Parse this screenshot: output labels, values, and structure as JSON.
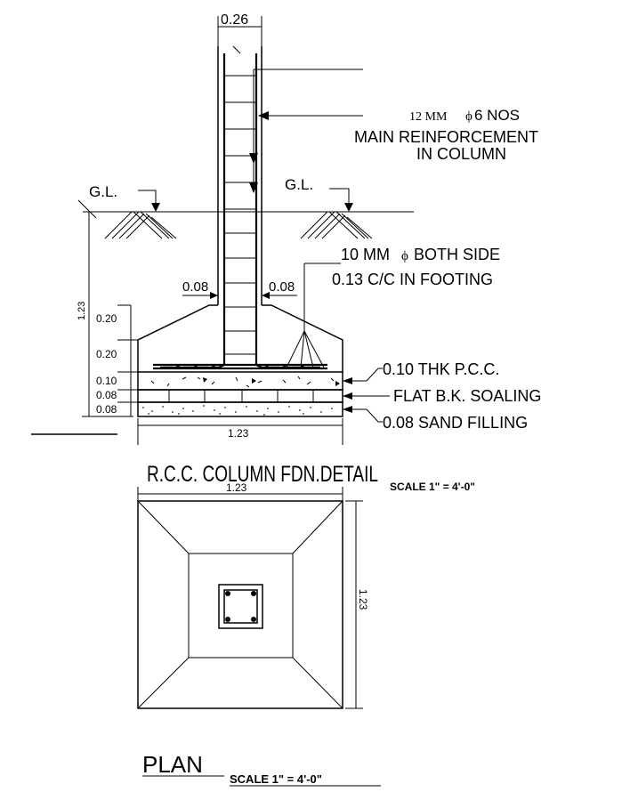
{
  "section": {
    "column_width": "0.26",
    "main_bar_size": "12 MM",
    "main_bar_symbol": "ϕ",
    "main_bar_count": "6 NOS",
    "main_reinf_line1": "MAIN REINFORCEMENT",
    "main_reinf_line2": "IN COLUMN",
    "gl_left": "G.L.",
    "gl_right": "G.L.",
    "footing_bar_prefix": "10 MM",
    "footing_bar_symbol": "ϕ",
    "footing_bar_suffix": "BOTH SIDE",
    "footing_spacing": "0.13 C/C IN FOOTING",
    "offset_left": "0.08",
    "offset_right": "0.08",
    "depth_total": "1.23",
    "dim_020_a": "0.20",
    "dim_020_b": "0.20",
    "dim_010": "0.10",
    "dim_008_a": "0.08",
    "dim_008_b": "0.08",
    "base_width": "1.23",
    "layer_pcc": "0.10 THK P.C.C.",
    "layer_soling": "FLAT B.K. SOALING",
    "layer_sand": "0.08 SAND FILLING"
  },
  "titles": {
    "section_title": "R.C.C. COLUMN FDN.DETAIL",
    "section_scale": "SCALE 1\" = 4'-0\"",
    "plan_title": "PLAN",
    "plan_scale": "SCALE 1\" = 4'-0\""
  },
  "plan": {
    "width": "1.23",
    "height": "1.23"
  }
}
